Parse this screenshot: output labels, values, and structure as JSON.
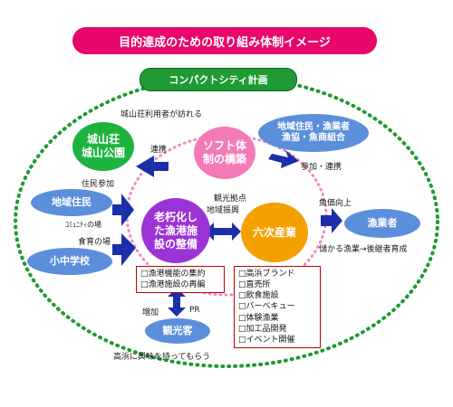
{
  "title": "目的達成のための取り組み体制イメージ",
  "plan": "コンパクトシティ計画",
  "nodes": {
    "shiroyama": [
      "城山荘",
      "城山公園"
    ],
    "software": [
      "ソフト体",
      "制の構築"
    ],
    "residents_fishers": [
      "地域住民・漁業者",
      "漁協・魚商組合"
    ],
    "local_residents": "地域住民",
    "school": "小中学校",
    "aging": [
      "老朽化し",
      "た漁港施",
      "設の整備"
    ],
    "sixth": "六次産業",
    "fishers": "漁業者",
    "tourists": "観光客"
  },
  "labels": {
    "shiroyama_users": "城山荘利用者が訪れる",
    "renkei": "連携",
    "sanka_renkei": "参加・連携",
    "jumin_sanka": "住民参加",
    "community": "ｺﾐｭﾆﾃｨの場",
    "shokuiku": "食育の場",
    "kanko_kyoten": "観光拠点",
    "chiiki_shinko": "地域振興",
    "gyoka": "魚価向上",
    "mokaru": "儲かる漁業→後継者育成",
    "zouka": "増加",
    "pr": "PR",
    "interest": "高浜に興味を持ってもらう"
  },
  "facility_box": [
    "□漁港機能の集約",
    "□漁港施設の再編"
  ],
  "sixth_box": [
    "□高浜ブランド",
    "□直売所",
    "□飲食施設",
    "□バーベキュー",
    "□体験漁業",
    "□加工品開発",
    "□イベント開催"
  ],
  "colors": {
    "title": "#e8076a",
    "plan": "#1f9a34",
    "green_node": "#1db33f",
    "blue_node": "#5b8fdc",
    "pink_node": "#f37bb5",
    "purple_node": "#9b33d6",
    "orange_node": "#f4a100",
    "arrow": "#1a2fa8",
    "dotted_outer": "#1f9a34",
    "dotted_inner": "#f08ac0"
  }
}
